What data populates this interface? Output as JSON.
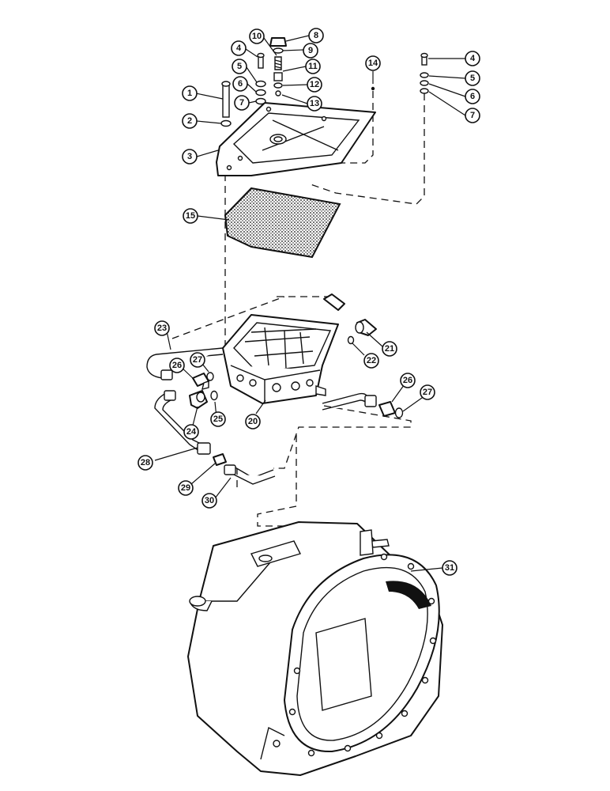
{
  "callouts": [
    "1",
    "2",
    "3",
    "4",
    "5",
    "6",
    "7",
    "8",
    "9",
    "10",
    "11",
    "12",
    "13",
    "14",
    "15",
    "20",
    "21",
    "22",
    "23",
    "24",
    "25",
    "26",
    "27",
    "28",
    "29",
    "30",
    "31",
    "4",
    "5",
    "6",
    "7",
    "26",
    "27"
  ],
  "colors": {
    "line": "#111111",
    "background": "#ffffff"
  },
  "parts": [
    "cap-screw",
    "washer",
    "cover-plate",
    "bolt",
    "lock-washer",
    "washer",
    "o-ring",
    "plug",
    "o-ring",
    "spring",
    "spool",
    "o-ring",
    "seal",
    "ball",
    "gasket",
    "control-valve-body",
    "elbow-fitting",
    "o-ring",
    "tube",
    "elbow-fitting",
    "o-ring",
    "connector",
    "o-ring",
    "tube",
    "fitting",
    "tube",
    "clutch-housing"
  ]
}
